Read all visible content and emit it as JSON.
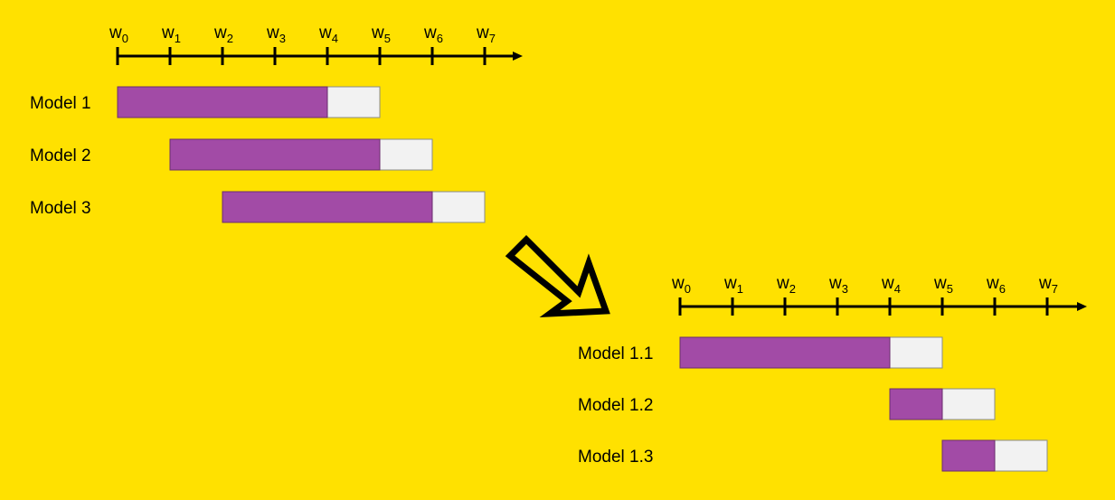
{
  "colors": {
    "background": "#FFE100",
    "train_fill": "#A24BA6",
    "test_fill": "#F2F2F2",
    "axis": "#000000"
  },
  "diagrams": [
    {
      "id": "original",
      "axis_ticks": [
        "w0",
        "w1",
        "w2",
        "w3",
        "w4",
        "w5",
        "w6",
        "w7"
      ],
      "models": [
        {
          "label": "Model 1",
          "train_start": 0,
          "train_end": 4,
          "test_end": 5
        },
        {
          "label": "Model 2",
          "train_start": 1,
          "train_end": 5,
          "test_end": 6
        },
        {
          "label": "Model 3",
          "train_start": 2,
          "train_end": 6,
          "test_end": 7
        }
      ]
    },
    {
      "id": "updated",
      "axis_ticks": [
        "w0",
        "w1",
        "w2",
        "w3",
        "w4",
        "w5",
        "w6",
        "w7"
      ],
      "models": [
        {
          "label": "Model 1.1",
          "train_start": 0,
          "train_end": 4,
          "test_end": 5
        },
        {
          "label": "Model 1.2",
          "train_start": 4,
          "train_end": 5,
          "test_end": 6
        },
        {
          "label": "Model 1.3",
          "train_start": 5,
          "train_end": 6,
          "test_end": 7
        }
      ]
    }
  ],
  "transition_arrow": "hollow-arrow-down-right"
}
